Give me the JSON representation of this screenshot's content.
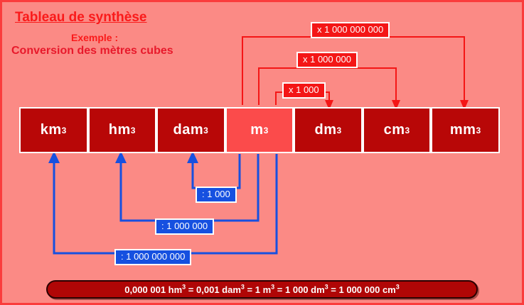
{
  "frame": {
    "border_color": "#fa3c3c",
    "background_color": "#fb8a85"
  },
  "header": {
    "title": "Tableau de synthèse",
    "subtitle_1": "Exemple :",
    "subtitle_2": "Conversion des mètres cubes",
    "title_color": "#fa1a1a"
  },
  "table": {
    "highlight_color": "#fb4b4b",
    "cell_color": "#b80707",
    "units": [
      {
        "base": "km",
        "exp": "3",
        "highlighted": false
      },
      {
        "base": "hm",
        "exp": "3",
        "highlighted": false
      },
      {
        "base": "dam",
        "exp": "3",
        "highlighted": false
      },
      {
        "base": "m",
        "exp": "3",
        "highlighted": true
      },
      {
        "base": "dm",
        "exp": "3",
        "highlighted": false
      },
      {
        "base": "cm",
        "exp": "3",
        "highlighted": false
      },
      {
        "base": "mm",
        "exp": "3",
        "highlighted": false
      }
    ]
  },
  "multiply_labels": [
    {
      "text": "x 1 000",
      "from": "m3",
      "to": "dm3"
    },
    {
      "text": "x 1 000 000",
      "from": "m3",
      "to": "cm3"
    },
    {
      "text": "x 1 000 000 000",
      "from": "m3",
      "to": "mm3"
    }
  ],
  "divide_labels": [
    {
      "text": ": 1 000",
      "from": "m3",
      "to": "dam3"
    },
    {
      "text": ": 1 000 000",
      "from": "m3",
      "to": "hm3"
    },
    {
      "text": ": 1 000 000 000",
      "from": "m3",
      "to": "km3"
    }
  ],
  "colors": {
    "multiply_box": "#f41616",
    "divide_box": "#1650e0",
    "arrow_red": "#f41616",
    "arrow_blue": "#1650e0"
  },
  "formula": {
    "parts": [
      {
        "num": "0,000 001 ",
        "base": "hm",
        "exp": "3"
      },
      {
        "eq": " = "
      },
      {
        "num": "0,001 ",
        "base": "dam",
        "exp": "3"
      },
      {
        "eq": " = "
      },
      {
        "num": "1 ",
        "base": "m",
        "exp": "3"
      },
      {
        "eq": " = "
      },
      {
        "num": "1 000 ",
        "base": "dm",
        "exp": "3"
      },
      {
        "eq": " = "
      },
      {
        "num": "1 000 000 ",
        "base": "cm",
        "exp": "3"
      }
    ],
    "plain_text": "0,000 001 hm3 = 0,001 dam3 = 1 m3 = 1 000 dm3 = 1 000 000 cm3"
  }
}
